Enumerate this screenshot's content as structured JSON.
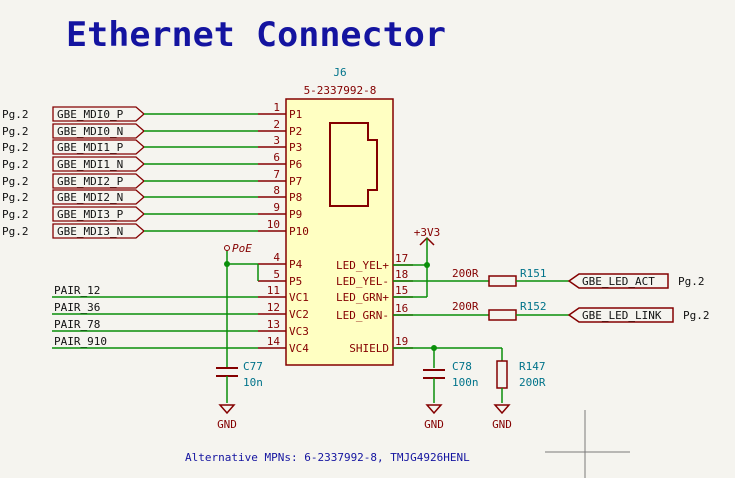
{
  "title": "Ethernet Connector",
  "colors": {
    "background": "#f5f4ef",
    "title": "#1414a0",
    "wire": "#0a8f0a",
    "component_body": "#840000",
    "component_fill": "#ffffc2",
    "pin_text": "#840000",
    "ref_text": "#00738a",
    "value_text": "#00738a",
    "net_text": "#121212",
    "power_text": "#840000",
    "junction": "#0a8f0a",
    "note": "#1414a0"
  },
  "connector": {
    "ref": "J6",
    "part": "5-2337992-8",
    "pins_left": [
      {
        "num": "1",
        "name": "P1"
      },
      {
        "num": "2",
        "name": "P2"
      },
      {
        "num": "3",
        "name": "P3"
      },
      {
        "num": "6",
        "name": "P6"
      },
      {
        "num": "7",
        "name": "P7"
      },
      {
        "num": "8",
        "name": "P8"
      },
      {
        "num": "9",
        "name": "P9"
      },
      {
        "num": "10",
        "name": "P10"
      },
      {
        "num": "4",
        "name": "P4"
      },
      {
        "num": "5",
        "name": "P5"
      },
      {
        "num": "11",
        "name": "VC1"
      },
      {
        "num": "12",
        "name": "VC2"
      },
      {
        "num": "13",
        "name": "VC3"
      },
      {
        "num": "14",
        "name": "VC4"
      }
    ],
    "pins_right": [
      {
        "num": "17",
        "name": "LED_YEL+"
      },
      {
        "num": "18",
        "name": "LED_YEL-"
      },
      {
        "num": "15",
        "name": "LED_GRN+"
      },
      {
        "num": "16",
        "name": "LED_GRN-"
      },
      {
        "num": "19",
        "name": "SHIELD"
      }
    ]
  },
  "hier_labels": [
    {
      "name": "GBE_MDI0_P",
      "page": "Pg.2"
    },
    {
      "name": "GBE_MDI0_N",
      "page": "Pg.2"
    },
    {
      "name": "GBE_MDI1_P",
      "page": "Pg.2"
    },
    {
      "name": "GBE_MDI1_N",
      "page": "Pg.2"
    },
    {
      "name": "GBE_MDI2_P",
      "page": "Pg.2"
    },
    {
      "name": "GBE_MDI2_N",
      "page": "Pg.2"
    },
    {
      "name": "GBE_MDI3_P",
      "page": "Pg.2"
    },
    {
      "name": "GBE_MDI3_N",
      "page": "Pg.2"
    }
  ],
  "pair_nets": [
    "PAIR_12",
    "PAIR_36",
    "PAIR_78",
    "PAIR_910"
  ],
  "poe_label": "PoE",
  "power_label": "+3V3",
  "resistors": [
    {
      "ref": "R151",
      "value": "200R"
    },
    {
      "ref": "R152",
      "value": "200R"
    },
    {
      "ref": "R147",
      "value": "200R"
    }
  ],
  "capacitors": [
    {
      "ref": "C77",
      "value": "10n"
    },
    {
      "ref": "C78",
      "value": "100n"
    }
  ],
  "led_labels": [
    {
      "name": "GBE_LED_ACT",
      "page": "Pg.2"
    },
    {
      "name": "GBE_LED_LINK",
      "page": "Pg.2"
    }
  ],
  "gnd_label": "GND",
  "note": "Alternative MPNs: 6-2337992-8, TMJG4926HENL"
}
